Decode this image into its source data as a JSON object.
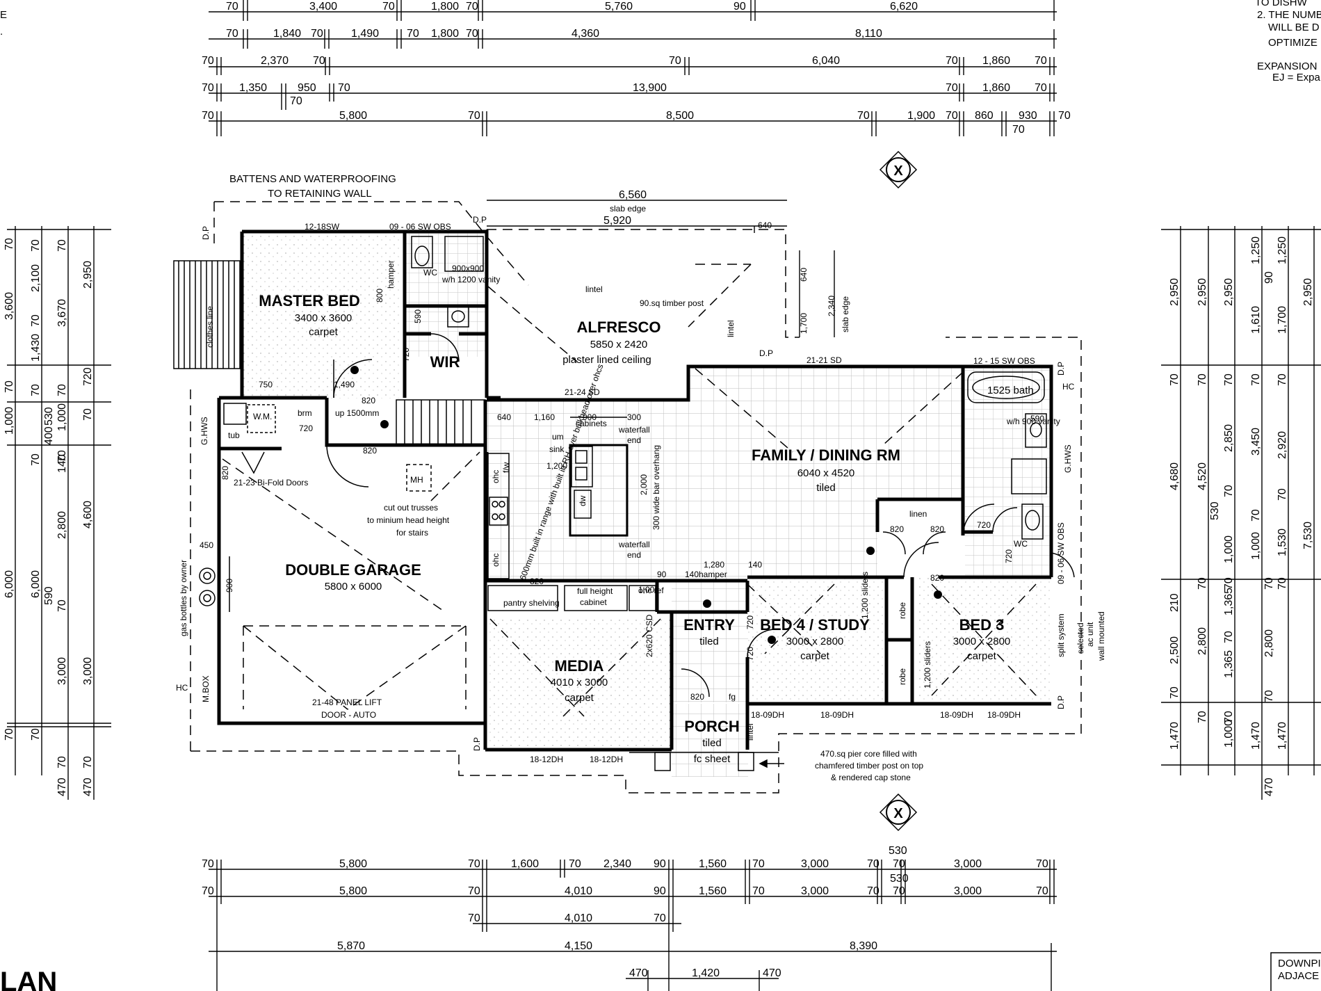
{
  "rooms": {
    "master_bed": {
      "name": "MASTER BED",
      "size": "3400 x 3600",
      "finish": "carpet"
    },
    "alfresco": {
      "name": "ALFRESCO",
      "size": "5850 x 2420",
      "finish": "plaster lined ceiling"
    },
    "wir": {
      "name": "WIR"
    },
    "family": {
      "name": "FAMILY / DINING RM",
      "size": "6040 x 4520",
      "finish": "tiled"
    },
    "garage": {
      "name": "DOUBLE GARAGE",
      "size": "5800 x 6000"
    },
    "media": {
      "name": "MEDIA",
      "size": "4010 x 3000",
      "finish": "carpet"
    },
    "entry": {
      "name": "ENTRY",
      "finish": "tiled"
    },
    "bed4": {
      "name": "BED 4 / STUDY",
      "size": "3000 x 2800",
      "finish": "carpet"
    },
    "bed3": {
      "name": "BED 3",
      "size": "3000 x 2800",
      "finish": "carpet"
    },
    "porch": {
      "name": "PORCH",
      "finish": "tiled",
      "finish2": "fc sheet"
    }
  },
  "labels": {
    "battens_1": "BATTENS AND WATERPROOFING",
    "battens_2": "TO RETAINING WALL",
    "win_1218": "12-18SW",
    "win_0906a": "09 - 06 SW OBS",
    "win_1215": "12 - 15 SW OBS",
    "win_2124": "21-24 SD",
    "win_2121": "21-21 SD",
    "win_0906b": "09 - 06 SW OBS",
    "bifold": "21-23 Bi-Fold Doors",
    "panel_lift_1": "21-48 PANEL LIFT",
    "panel_lift_2": "DOOR - AUTO",
    "lintel_a": "lintel",
    "lintel_b": "lintel",
    "lintel_c": "lintel",
    "timber_post": "90.sq timber post",
    "slab_edge_a": "slab edge",
    "slab_edge_b": "slab edge",
    "clothes_line": "clothes line",
    "gas_bottles": "gas bottles by owner",
    "ghws_a": "G.HWS",
    "ghws_b": "G.HWS",
    "mbox": "M.BOX",
    "hc_a": "HC",
    "hc_b": "HC",
    "dp_1": "D.P",
    "dp_2": "D.P",
    "dp_3": "D.P",
    "dp_4": "D.P",
    "dp_5": "D.P",
    "dp_6": "D.P",
    "tub": "tub",
    "wm": "W.M.",
    "brm": "brm",
    "hamper_a": "hamper",
    "hamper_b": "hamper",
    "wc_a": "WC",
    "wc_b": "WC",
    "vanity_a": "w/h 1200 vanity",
    "vanity_b": "w/h 900 vanity",
    "shr_a": "900x900",
    "bath": "1525 bath",
    "up": "up 1500mm",
    "mh": "MH",
    "cut_trusses_1": "cut out trusses",
    "cut_trusses_2": "to minium head height",
    "cut_trusses_3": "for stairs",
    "um_sink_1": "um",
    "um_sink_2": "sink",
    "dw": "dw",
    "cabinets": "cabinets",
    "waterfall_1a": "waterfall",
    "waterfall_1b": "end",
    "waterfall_2a": "waterfall",
    "waterfall_2b": "end",
    "bar_overhang": "300 wide bar overhang",
    "built_in_range": "600mm built in range with built in RH over bulkhead over ohcs",
    "ohc_a": "ohc",
    "ohc_b": "ohc",
    "ohc_c": "ohc ref",
    "fw": "f/w",
    "pantry": "pantry shelving",
    "full_height_1": "full height",
    "full_height_2": "cabinet",
    "linen": "linen",
    "sliders_a": "1,200 sliders",
    "sliders_b": "1,200 sliders",
    "robe_a": "robe",
    "robe_b": "robe",
    "ac_1": "selected",
    "ac_2": "ac unit",
    "ac_3": "wall mounted",
    "split_system": "split system",
    "csd": "2x620 CSD",
    "fg": "fg",
    "pier_1": "470.sq pier core filled with",
    "pier_2": "chamfered timber post on top",
    "pier_3": "& rendered cap stone",
    "dh_1": "18-12DH",
    "dh_2": "18-12DH",
    "dh_3": "18-09DH",
    "dh_4": "18-09DH",
    "dh_5": "18-09DH",
    "dh_6": "18-09DH",
    "section_top": "X",
    "section_bottom": "X",
    "d820_1": "820",
    "d820_2": "820",
    "d820_3": "820",
    "d820_4": "820",
    "d820_5": "820",
    "d820_6": "820",
    "d820_7": "820",
    "d820_8": "820",
    "d720_1": "720",
    "d720_2": "720",
    "d720_3": "720",
    "d720_4": "720",
    "d720_5": "720",
    "d720_6": "720",
    "d750": "750",
    "d1490": "1,490",
    "d800": "800",
    "d590a": "590",
    "d590b": "590",
    "d640a": "640",
    "d640b": "640",
    "d1160": "1,160",
    "d900a": "900",
    "d300": "300",
    "d1200k": "1,200",
    "d2000": "2,000",
    "d1000k": "1,000",
    "d1280": "1,280",
    "d140a": "140",
    "d140b": "140",
    "d90k": "90",
    "d450": "450",
    "d900g": "900",
    "d640c": "640",
    "d1700": "1,700",
    "d2340": "2,340",
    "d6560": "6,560",
    "d5920": "5,920"
  },
  "notes_right": {
    "line1": "TO DISHW",
    "line2": "2. THE NUMBE",
    "line3": "WILL BE D",
    "line4": "OPTIMIZE",
    "line5": "EXPANSION",
    "line6": "EJ = Expa",
    "line7": "DOWNPI",
    "line8": "ADJACE"
  },
  "notes_left": {
    "a": "E",
    "b": "."
  },
  "title_fragment": "LAN",
  "dims_top": {
    "r1": [
      "70",
      "3,400",
      "70",
      "1,800",
      "70",
      "5,760",
      "90",
      "6,620"
    ],
    "r2": [
      "70",
      "1,840",
      "70",
      "1,490",
      "70",
      "1,800",
      "70",
      "4,360",
      "8,110"
    ],
    "r3": [
      "70",
      "2,370",
      "70",
      "70",
      "6,040",
      "70",
      "1,860",
      "70"
    ],
    "r4": [
      "70",
      "1,350",
      "950",
      "70",
      "70",
      "13,900",
      "70",
      "1,860",
      "70"
    ],
    "r5": [
      "70",
      "5,800",
      "70",
      "8,500",
      "70",
      "1,900",
      "70",
      "860",
      "930",
      "70",
      "70"
    ]
  },
  "dims_bottom": {
    "r1": [
      "70",
      "5,800",
      "70",
      "1,600",
      "70",
      "2,340",
      "90",
      "1,560",
      "70",
      "3,000",
      "70",
      "530",
      "70",
      "3,000",
      "70"
    ],
    "r2": [
      "70",
      "5,800",
      "70",
      "4,010",
      "90",
      "1,560",
      "70",
      "3,000",
      "70",
      "530",
      "70",
      "3,000",
      "70"
    ],
    "r3": [
      "70",
      "4,010",
      "70"
    ],
    "r4": [
      "5,870",
      "4,150",
      "8,390"
    ],
    "r5": [
      "470",
      "1,420",
      "470"
    ]
  },
  "dims_left": {
    "c1": [
      "70",
      "3,600",
      "70",
      "1,000",
      "6,000",
      "70"
    ],
    "c2": [
      "70",
      "2,100",
      "70",
      "1,430",
      "70",
      "400",
      "530",
      "70",
      "6,000",
      "70"
    ],
    "c3": [
      "70",
      "1,000",
      "3,670",
      "70",
      "70",
      "140",
      "2,800",
      "590",
      "70",
      "3,000",
      "70",
      "470"
    ],
    "c4": [
      "2,950",
      "720",
      "70",
      "4,600",
      "3,000",
      "70",
      "470"
    ]
  },
  "dims_right": {
    "c1": [
      "2,950",
      "70",
      "4,680",
      "210",
      "2,500",
      "70",
      "1,470"
    ],
    "c2": [
      "2,950",
      "70",
      "4,520",
      "530",
      "70",
      "2,800",
      "70"
    ],
    "c3": [
      "2,950",
      "70",
      "2,850",
      "70",
      "1,000",
      "70",
      "1,365",
      "70",
      "1,365",
      "70",
      "1,000",
      "1,470"
    ],
    "c4": [
      "1,250",
      "90",
      "1,610",
      "70",
      "3,450",
      "70",
      "1,000",
      "70",
      "2,800",
      "70",
      "470"
    ],
    "c5": [
      "1,250",
      "1,700",
      "70",
      "2,920",
      "70",
      "1,530",
      "70",
      "1,470"
    ],
    "c6": [
      "2,950",
      "7,530"
    ]
  }
}
